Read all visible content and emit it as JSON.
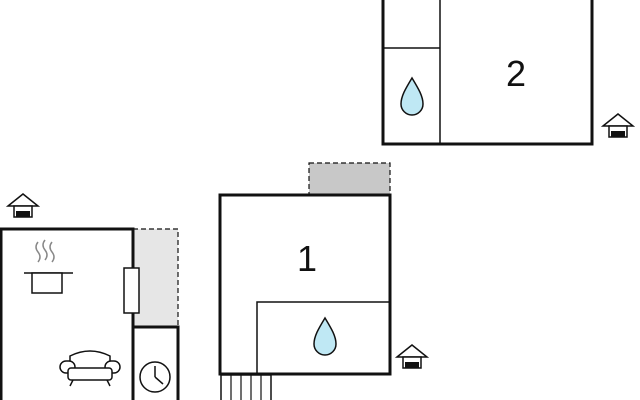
{
  "floorplan": {
    "rooms": [
      {
        "id": "room-1",
        "label": "1"
      },
      {
        "id": "room-2",
        "label": "2"
      }
    ],
    "icons": [
      "kitchen-pot-icon",
      "armchair-icon",
      "clock-icon",
      "water-drop-icon",
      "entrance-house-icon",
      "stairs-icon"
    ],
    "colors": {
      "wall": "#111111",
      "terrace_fill": "#e6e6e6",
      "balcony_fill": "#c8c8c8",
      "water_fill": "#bfe8f4"
    }
  }
}
